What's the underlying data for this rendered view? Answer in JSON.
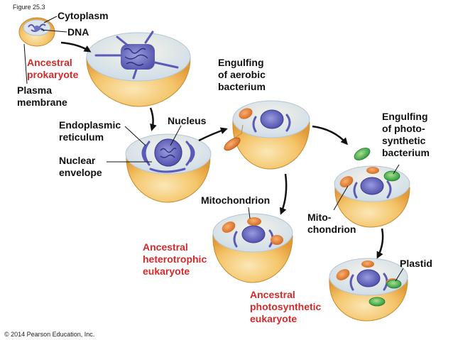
{
  "figure_label": "Figure 25.3",
  "copyright": "© 2014 Pearson Education, Inc.",
  "labels": {
    "cytoplasm": "Cytoplasm",
    "dna": "DNA",
    "ancestral_prokaryote": "Ancestral\nprokaryote",
    "plasma_membrane": "Plasma\nmembrane",
    "endoplasmic_reticulum": "Endoplasmic\nreticulum",
    "nucleus": "Nucleus",
    "nuclear_envelope": "Nuclear\nenvelope",
    "engulfing_aerobic": "Engulfing\nof aerobic\nbacterium",
    "mitochondrion_1": "Mitochondrion",
    "ancestral_heterotrophic": "Ancestral\nheterotrophic\neukaryote",
    "engulfing_photosynthetic": "Engulfing\nof photo-\nsynthetic\nbacterium",
    "mitochondrion_2": "Mito-\nchondrion",
    "plastid": "Plastid",
    "ancestral_photosynthetic": "Ancestral\nphotosynthetic\neukaryote"
  },
  "colors": {
    "cell_outer": "#f0b24a",
    "cell_inner": "#f7dc9a",
    "cytoplasm_top": "#cfe0ec",
    "nucleus": "#6f6fc0",
    "nucleus_dark": "#3e3e94",
    "mitochondria": "#e8873a",
    "plastid": "#3fa84a",
    "arrow": "#111111",
    "red_label": "#d42a2a"
  }
}
